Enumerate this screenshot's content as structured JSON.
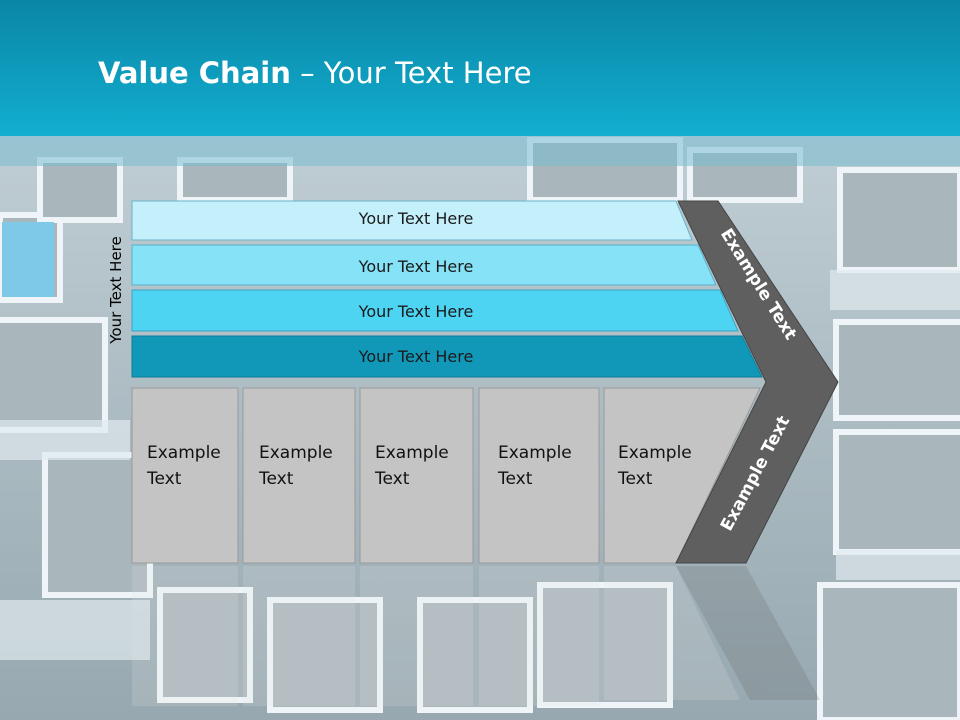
{
  "title": {
    "bold": "Value Chain",
    "rest": " – Your Text Here"
  },
  "side_label": "Your Text Here",
  "bars": [
    {
      "label": "Your Text Here",
      "color": "#c4f0fc"
    },
    {
      "label": "Your Text Here",
      "color": "#85e2f7"
    },
    {
      "label": "Your Text Here",
      "color": "#4dd4f2"
    },
    {
      "label": "Your Text Here",
      "color": "#1198b8"
    }
  ],
  "boxes": [
    {
      "line1": "Example",
      "line2": "Text"
    },
    {
      "line1": "Example",
      "line2": "Text"
    },
    {
      "line1": "Example",
      "line2": "Text"
    },
    {
      "line1": "Example",
      "line2": "Text"
    },
    {
      "line1": "Example",
      "line2": "Text"
    }
  ],
  "chevron": {
    "upper": "Example Text",
    "lower": "Example Text",
    "color": "#5f5f5f"
  },
  "colors": {
    "header": "#0a9cc0",
    "box_fill": "#c4c4c4",
    "box_border": "#9a9a9a"
  }
}
